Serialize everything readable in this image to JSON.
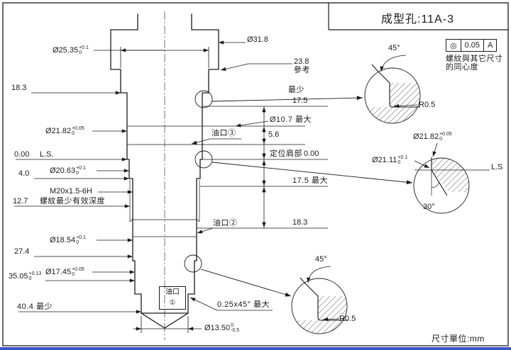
{
  "colors": {
    "line": "#1a1a1a",
    "accent_bar": "#3b55c8"
  },
  "title_block": {
    "title": "成型孔:11A-3"
  },
  "footer": {
    "unit_label": "尺寸單位:mm"
  },
  "gdt_frame": {
    "symbol": "◎",
    "tolerance": "0.05",
    "datum": "A",
    "note_line1": "螺紋與其它尺寸",
    "note_line2": "的同心度"
  },
  "dims": {
    "d2535": {
      "text": "Ø25.35",
      "tol_top": "+0.1",
      "tol_bot": "0"
    },
    "len183_top": {
      "text": "18.3"
    },
    "d2182_left": {
      "text": "Ø21.82",
      "tol_top": "+0.05",
      "tol_bot": "0"
    },
    "zero_left": {
      "text": "0.00"
    },
    "ls_left": {
      "text": "L.S."
    },
    "d2063": {
      "text": "Ø20.63",
      "tol_top": "+0.1",
      "tol_bot": "0"
    },
    "len40": {
      "text": "4.0"
    },
    "thread": {
      "text": "M20x1.5-6H"
    },
    "len127": {
      "text": "12.7"
    },
    "thread_note": {
      "text": "螺紋最少有效深度"
    },
    "d1854": {
      "text": "Ø18.54",
      "tol_top": "+0.1",
      "tol_bot": "0"
    },
    "len274": {
      "text": "27.4"
    },
    "d1745": {
      "text": "Ø17.45",
      "tol_top": "+0.05",
      "tol_bot": "0"
    },
    "d3505": {
      "text": "35.05",
      "tol_top": "+0.13",
      "tol_bot": "0"
    },
    "len404": {
      "text": "40.4 最少"
    },
    "d318": {
      "text": "Ø31.8"
    },
    "len238": {
      "text": "23.8"
    },
    "ref238": {
      "text": "參考"
    },
    "min_word": {
      "text": "最少"
    },
    "min175": {
      "text": "17.5"
    },
    "d107": {
      "text": "Ø10.7 最大"
    },
    "len56": {
      "text": "5.6"
    },
    "oil3": {
      "text": "油口③"
    },
    "locating": {
      "text": "定位肩部"
    },
    "zero_right": {
      "text": "0.00"
    },
    "max175": {
      "text": "17.5 最大"
    },
    "len183_bot": {
      "text": "18.3"
    },
    "oil2": {
      "text": "油口②"
    },
    "oil1_line1": {
      "text": "油口"
    },
    "oil1_line2": {
      "text": "①"
    },
    "chamfer_bot": {
      "text": "0.25x45° 最大"
    },
    "d1350": {
      "text": "Ø13.50",
      "tol_top": "0",
      "tol_bot": "-0.5"
    },
    "det1_angle": {
      "text": "45°"
    },
    "det1_r": {
      "text": "R0.5"
    },
    "det2_d2182": {
      "text": "Ø21.82",
      "tol_top": "+0.05",
      "tol_bot": "0"
    },
    "det2_d2111": {
      "text": "Ø21.11",
      "tol_top": "+0.1",
      "tol_bot": "0"
    },
    "det2_ls": {
      "text": "L.S"
    },
    "det2_angle": {
      "text": "30°"
    },
    "det3_angle": {
      "text": "45°"
    },
    "det3_r": {
      "text": "R0.5"
    }
  }
}
